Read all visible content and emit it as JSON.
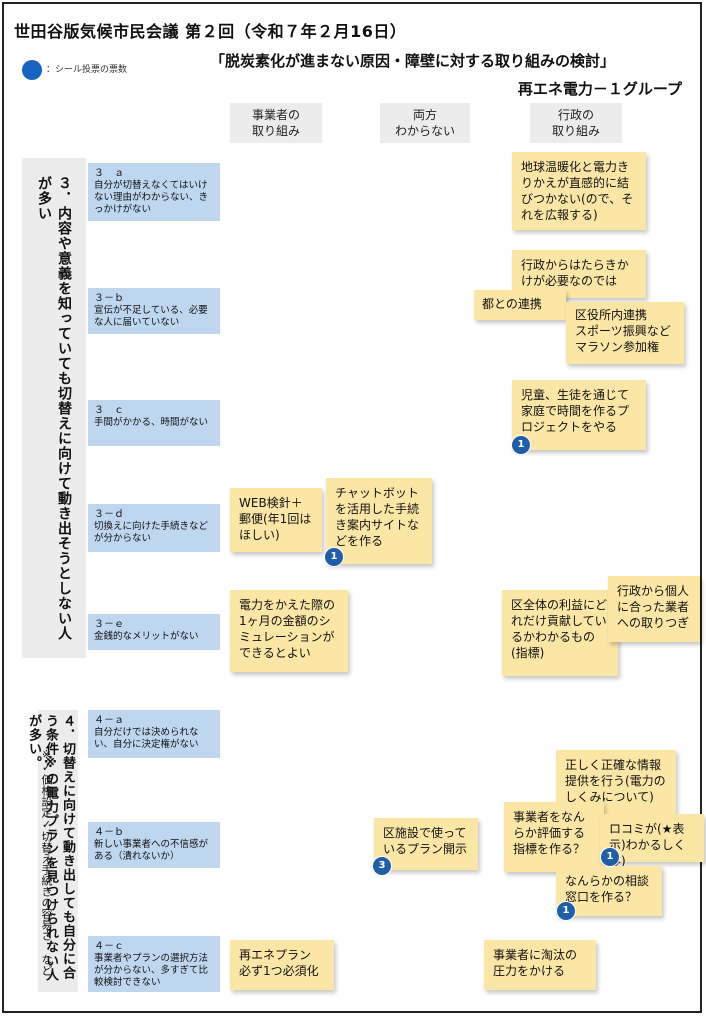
{
  "header": {
    "title": "世田谷版気候市民会議 第２回（令和７年２月16日）",
    "subtitle": "「脱炭素化が進まない原因・障壁に対する取り組みの検討」",
    "group": "再エネ電力－１グループ"
  },
  "legend": {
    "text": "：シール投票の票数",
    "color": "#1565c0"
  },
  "columns": {
    "business": {
      "line1": "事業者の",
      "line2": "取り組み"
    },
    "both": {
      "line1": "両方",
      "line2": "わからない"
    },
    "gov": {
      "line1": "行政の",
      "line2": "取り組み"
    }
  },
  "sections": {
    "s3": "３．内容や意義を知っていても切替えに向けて動き出そうとしない人が多い",
    "s4_main": "４．切替えに向けて動き出しても自分に合う条件※の電力プランを見つけられない人が多い。",
    "s4_note1": "※✓価格設定",
    "s4_note2": "✓切替え手続きの容易さ など"
  },
  "issues": {
    "i3a": {
      "code": "３　ａ",
      "text": "自分が切替えなくてはいけない理由がわからない、きっかけがない"
    },
    "i3b": {
      "code": "３－ｂ",
      "text": "宣伝が不足している、必要な人に届いていない"
    },
    "i3c": {
      "code": "３　ｃ",
      "text": "手間がかかる、時間がない"
    },
    "i3d": {
      "code": "３－ｄ",
      "text": "切換えに向けた手続きなどが分からない"
    },
    "i3e": {
      "code": "３－ｅ",
      "text": "金銭的なメリットがない"
    },
    "i4a": {
      "code": "４－ａ",
      "text": "自分だけでは決められない、自分に決定権がない"
    },
    "i4b": {
      "code": "４－ｂ",
      "text": "新しい事業者への不信感がある（潰れないか）"
    },
    "i4c": {
      "code": "４－ｃ",
      "text": "事業者やプランの選択方法が分からない、多すぎて比較検討できない"
    }
  },
  "notes": {
    "n1": "地球温暖化と電力きりかえが直感的に結びつかない(ので、それを広報する)",
    "n2": "行政からはたらきかけが必要なのでは",
    "n3": "都との連携",
    "n4": "区役所内連携\nスポーツ振興など\nマラソン参加権",
    "n5": "児童、生徒を通じて家庭で時間を作るプロジェクトをやる",
    "n6": "WEB検針＋郵便(年1回はほしい)",
    "n7": "チャットボットを活用した手続き案内サイトなどを作る",
    "n8": "電力をかえた際の1ヶ月の金額のシミュレーションができるとよい",
    "n9": "区全体の利益にどれだけ貢献しているかわかるもの(指標)",
    "n10": "行政から個人に合った業者への取りつぎ",
    "n11": "正しく正確な情報提供を行う(電力のしくみについて)",
    "n12": "事業者をなんらか評価する指標を作る？",
    "n13": "ロコミが(★表示)わかるしくみ)",
    "n14": "なんらかの相談窓口を作る？",
    "n15": "区施設で使っているプラン開示",
    "n16": "再エネプラン\n必ず1つ必須化",
    "n17": "事業者に淘汰の圧力をかける"
  },
  "votes": {
    "v5": "1",
    "v7": "1",
    "v13": "1",
    "v14": "1",
    "v15": "3"
  }
}
